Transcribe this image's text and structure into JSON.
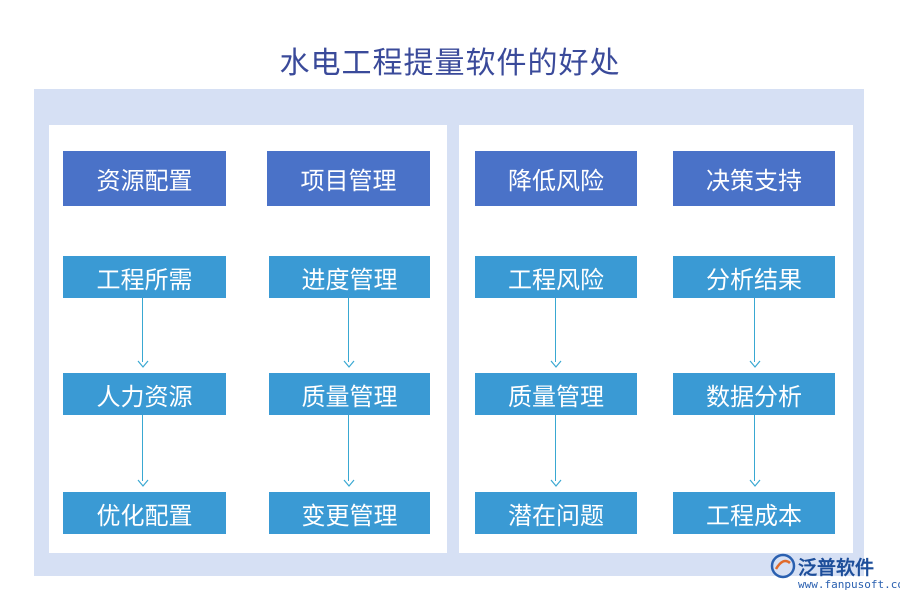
{
  "title": "水电工程提量软件的好处",
  "columns": [
    {
      "header": "资源配置",
      "items": [
        "工程所需",
        "人力资源",
        "优化配置"
      ]
    },
    {
      "header": "项目管理",
      "items": [
        "进度管理",
        "质量管理",
        "变更管理"
      ]
    },
    {
      "header": "降低风险",
      "items": [
        "工程风险",
        "质量管理",
        "潜在问题"
      ]
    },
    {
      "header": "决策支持",
      "items": [
        "分析结果",
        "数据分析",
        "工程成本"
      ]
    }
  ],
  "logo": {
    "brand": "泛普软件",
    "url": "www.fanpusoft.com"
  },
  "colors": {
    "header_box": "#4a72c8",
    "item_box": "#3a9ad4",
    "background_panel": "#d6e0f4",
    "title": "#3a4a9a"
  }
}
